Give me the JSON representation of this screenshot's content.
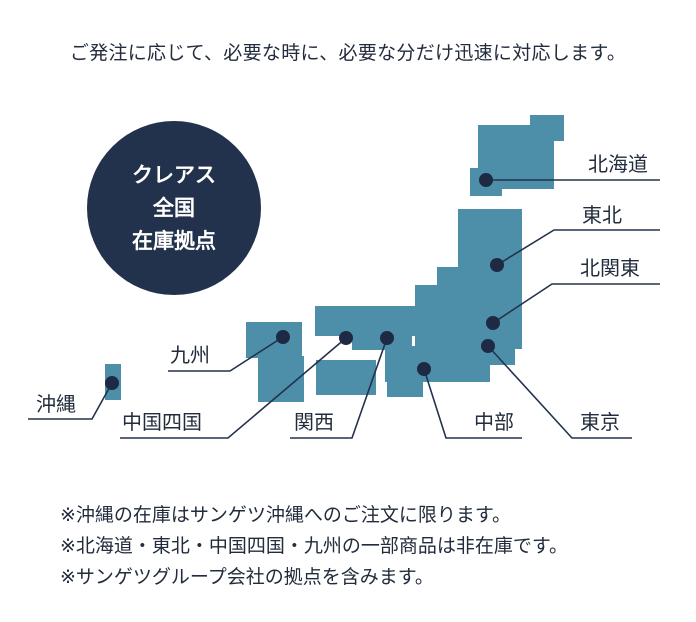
{
  "headline": "ご発注に応じて、必要な時に、必要な分だけ迅速に対応します。",
  "badge": {
    "line1": "クレアス",
    "line2": "全国",
    "line3": "在庫拠点"
  },
  "regions": {
    "hokkaido": "北海道",
    "tohoku": "東北",
    "kitakanto": "北関東",
    "kyushu": "九州",
    "okinawa": "沖縄",
    "chugoku_shikoku": "中国四国",
    "kansai": "関西",
    "chubu": "中部",
    "tokyo": "東京"
  },
  "notes": [
    "※沖縄の在庫はサンゲツ沖縄へのご注文に限ります。",
    "※北海道・東北・中国四国・九州の一部商品は非在庫です。",
    "※サンゲツグループ会社の拠点を含みます。"
  ],
  "colors": {
    "map": "#4d8ea8",
    "dark": "#23324c",
    "line": "#23324c",
    "text": "#222c3c"
  }
}
